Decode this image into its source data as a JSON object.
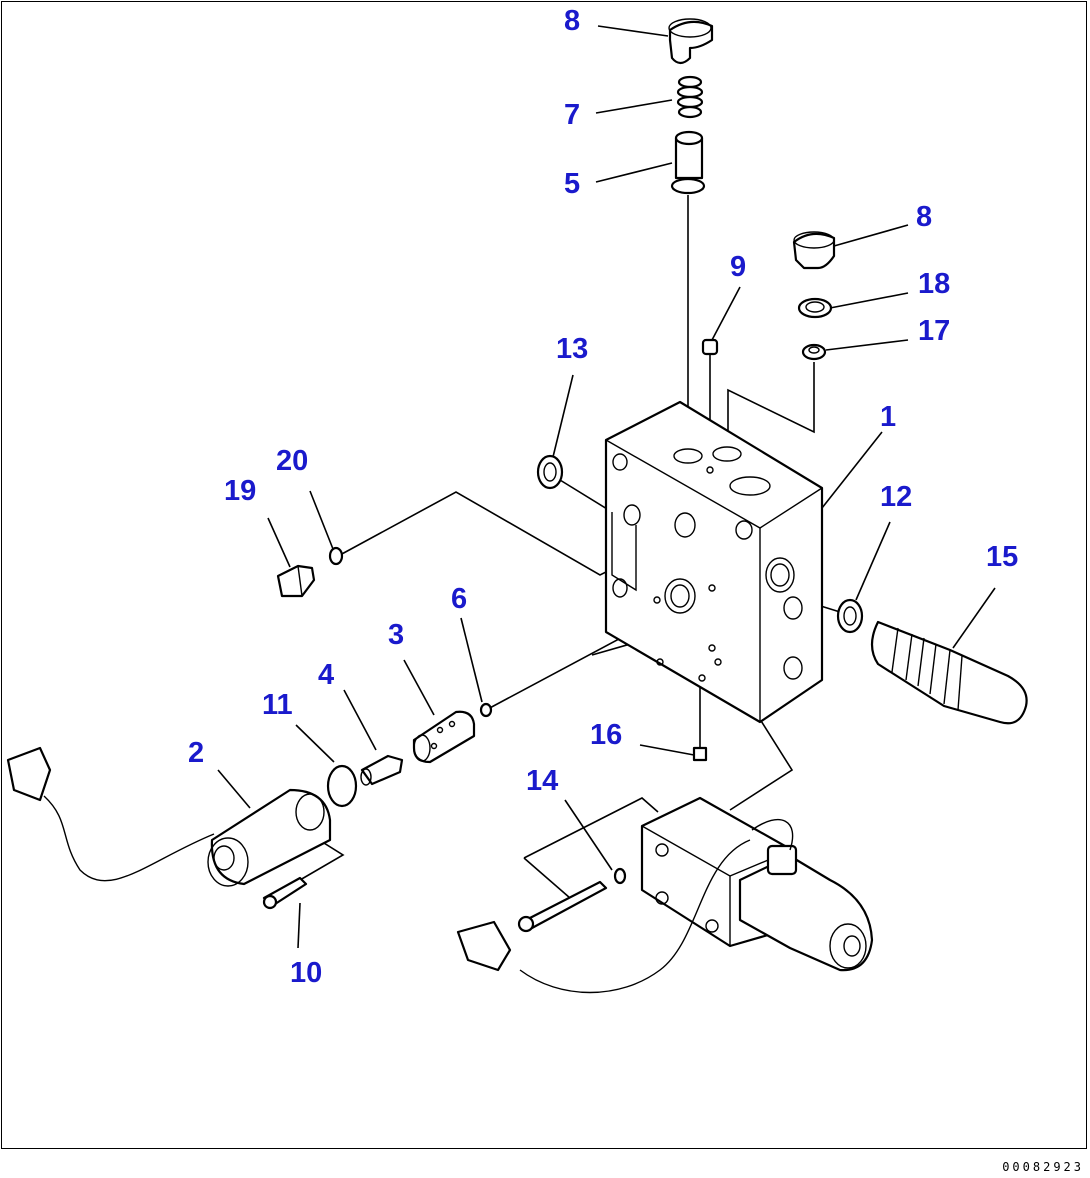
{
  "labels": {
    "l1": "1",
    "l2": "2",
    "l3": "3",
    "l4": "4",
    "l5": "5",
    "l6": "6",
    "l7": "7",
    "l8a": "8",
    "l8b": "8",
    "l9": "9",
    "l10": "10",
    "l11": "11",
    "l12": "12",
    "l13": "13",
    "l14": "14",
    "l15": "15",
    "l16": "16",
    "l17": "17",
    "l18": "18",
    "l19": "19",
    "l20": "20"
  },
  "doc_number": "00082923",
  "colors": {
    "callout": "#1a1acc",
    "line": "#000000",
    "background": "#ffffff"
  }
}
